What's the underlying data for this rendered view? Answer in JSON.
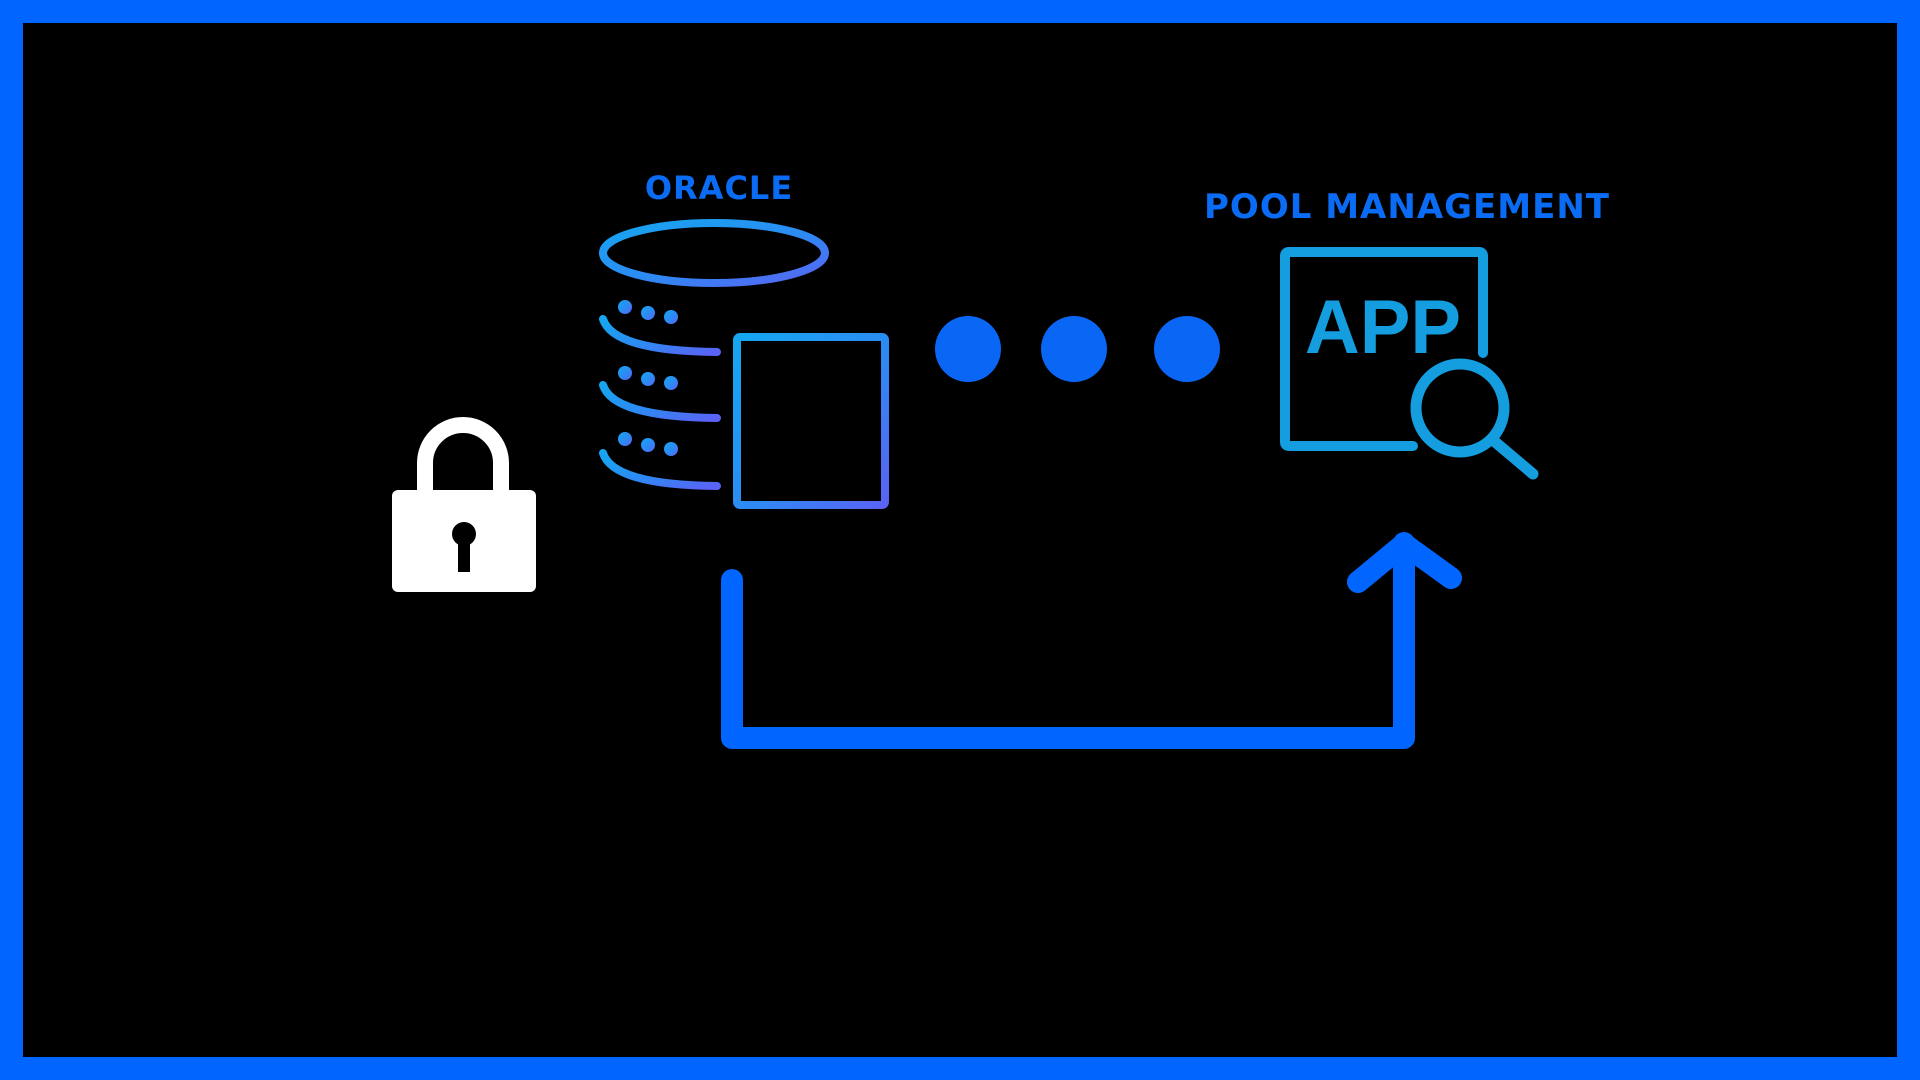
{
  "diagram": {
    "source_label": "ORACLE",
    "target_label": "POOL MANAGEMENT",
    "app_text": "APP"
  },
  "colors": {
    "frame_border": "#0066FF",
    "background": "#000000",
    "label_blue": "#0A6CF5",
    "arrow_blue": "#0066FF",
    "dots_blue": "#0A66F5",
    "app_icon": "#149DDF",
    "db_gradient_start": "#15A6F0",
    "db_gradient_end": "#5A63F5",
    "lock": "#FFFFFF"
  },
  "icons": {
    "lock": "lock-icon",
    "database": "database-table-icon",
    "connection": "ellipsis-dots",
    "app": "app-search-icon",
    "arrow": "return-arrow"
  }
}
